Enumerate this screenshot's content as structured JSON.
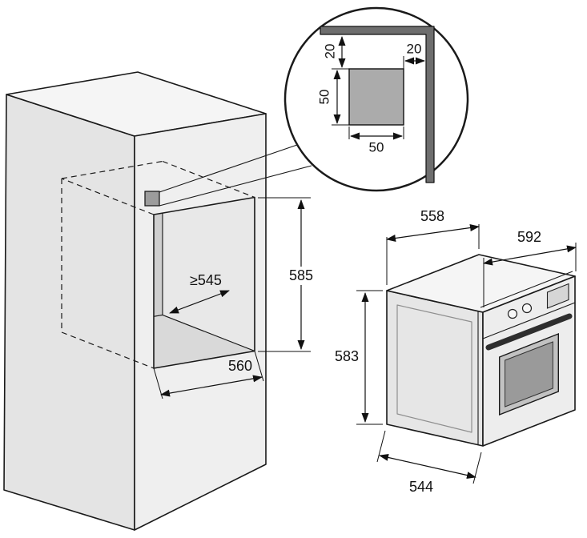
{
  "figure": {
    "background": "#ffffff",
    "line_color": "#1a1a1a",
    "fill_light": "#f5f5f5",
    "fill_mid": "#e6e6e6",
    "fill_dark": "#9c9c9c",
    "wall_section_color": "#6e6e6e"
  },
  "cabinet": {
    "dim_niche_depth": "≥545",
    "dim_niche_height": "585",
    "dim_niche_width": "560"
  },
  "detail_view": {
    "dim_offset_top": "20",
    "dim_offset_right": "20",
    "dim_cutout_height": "50",
    "dim_cutout_width": "50"
  },
  "oven": {
    "dim_top_depth": "558",
    "dim_front_width": "592",
    "dim_height": "583",
    "dim_bottom_depth": "544"
  }
}
